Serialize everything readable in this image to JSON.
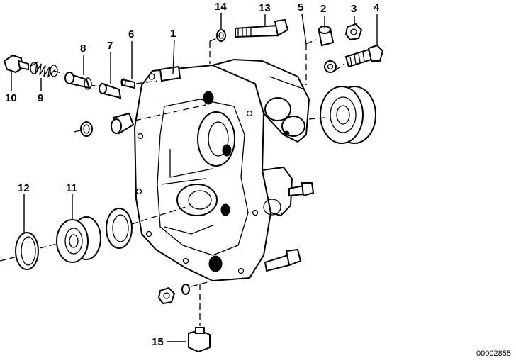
{
  "labels": {
    "p1": "1",
    "p2": "2",
    "p3": "3",
    "p4": "4",
    "p5": "5",
    "p6": "6",
    "p7": "7",
    "p8": "8",
    "p9": "9",
    "p10": "10",
    "p11": "11",
    "p12": "12",
    "p13": "13",
    "p14": "14",
    "p15": "15"
  },
  "reference_number": "00002855"
}
